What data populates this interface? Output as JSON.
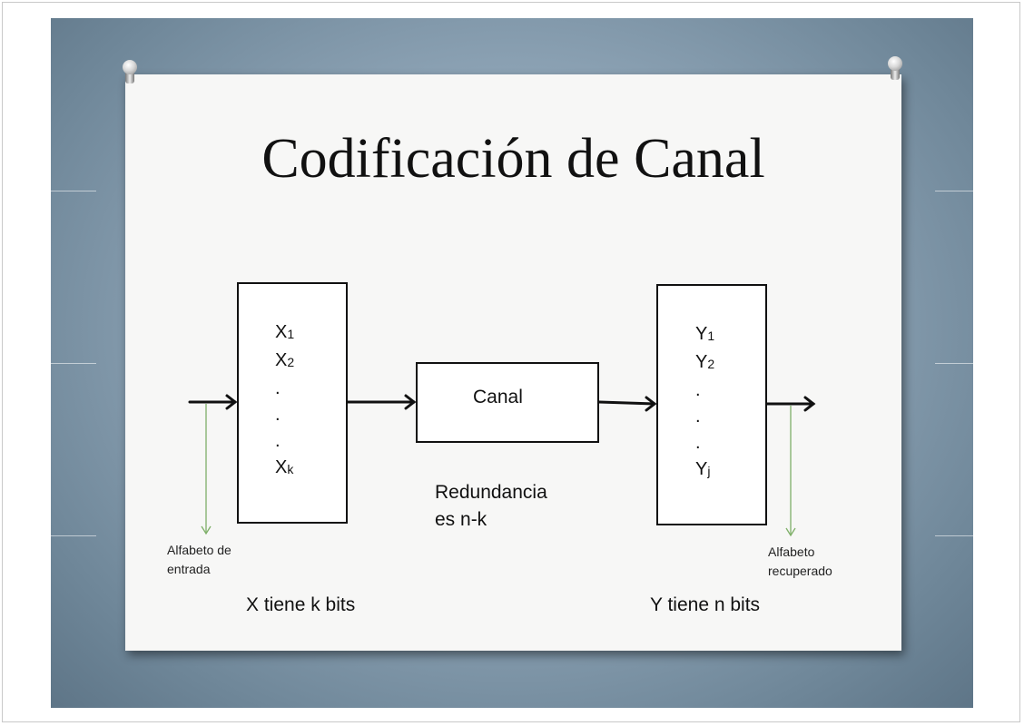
{
  "slide": {
    "title": "Codificación de Canal",
    "input_box": {
      "items": [
        {
          "base": "X",
          "sub": "1"
        },
        {
          "base": "X",
          "sub": "2"
        },
        {
          "base": ".",
          "sub": ""
        },
        {
          "base": ".",
          "sub": ""
        },
        {
          "base": ".",
          "sub": ""
        },
        {
          "base": "X",
          "sub": "k"
        }
      ]
    },
    "channel_label": "Canal",
    "output_box": {
      "items": [
        {
          "base": "Y",
          "sub": "1"
        },
        {
          "base": "Y",
          "sub": "2"
        },
        {
          "base": ".",
          "sub": ""
        },
        {
          "base": ".",
          "sub": ""
        },
        {
          "base": ".",
          "sub": ""
        },
        {
          "base": "Y",
          "sub": "j"
        }
      ]
    },
    "redundancy": [
      "Redundancia",
      "es n-k"
    ],
    "input_alphabet": [
      "Alfabeto de",
      "entrada"
    ],
    "output_alphabet": [
      "Alfabeto",
      "recuperado"
    ],
    "x_bits": "X tiene k bits",
    "y_bits": "Y tiene n bits",
    "colors": {
      "pointer_arrow": "#7fb069",
      "arrow": "#111111"
    }
  }
}
